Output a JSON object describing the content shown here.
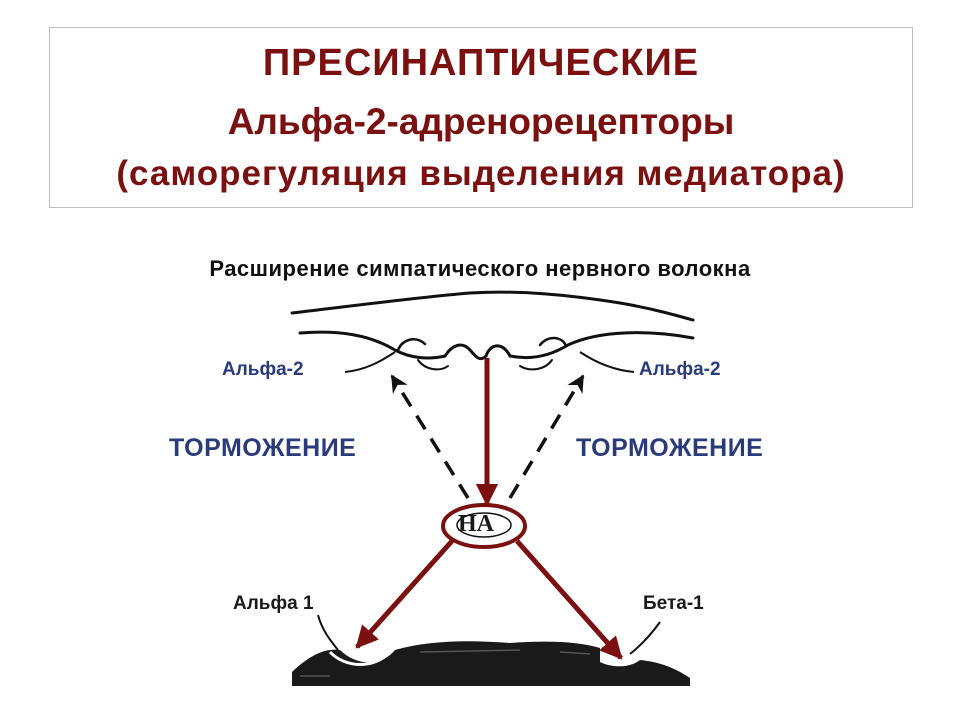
{
  "header": {
    "line1": "ПРЕСИНАПТИЧЕСКИЕ",
    "line2": "Альфа-2-адренорецепторы",
    "line3": "(саморегуляция выделения медиатора)"
  },
  "subtitle": "Расширение симпатического нервного волокна",
  "labels": {
    "alpha2_left": "Альфа-2",
    "alpha2_right": "Альфа-2",
    "inhibition_left": "ТОРМОЖЕНИЕ",
    "inhibition_right": "ТОРМОЖЕНИЕ",
    "mediator": "НА",
    "alpha1": "Альфа 1",
    "beta1": "Бета-1"
  },
  "colors": {
    "title": "#7a1010",
    "arrow": "#7a1010",
    "label_blue": "#2a3a7a",
    "line_black": "#111111"
  }
}
